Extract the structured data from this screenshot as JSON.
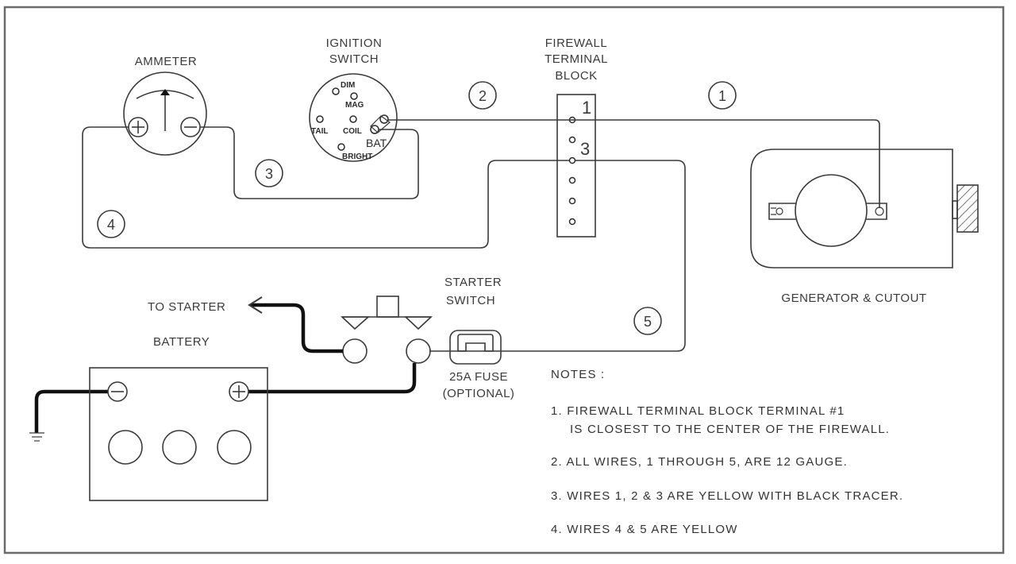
{
  "components": {
    "ammeter": {
      "label": "AMMETER",
      "plus": "+",
      "minus": "−"
    },
    "ignition_switch": {
      "label_line1": "IGNITION",
      "label_line2": "SWITCH",
      "terminals": [
        "DIM",
        "MAG",
        "TAIL",
        "COIL",
        "BAT",
        "BRIGHT"
      ]
    },
    "firewall_terminal_block": {
      "label_line1": "FIREWALL",
      "label_line2": "TERMINAL",
      "label_line3": "BLOCK",
      "terminal_labels": [
        "1",
        "3"
      ],
      "terminal_count": 6
    },
    "generator": {
      "label": "GENERATOR & CUTOUT"
    },
    "starter_switch": {
      "label_line1": "STARTER",
      "label_line2": "SWITCH"
    },
    "to_starter": {
      "label": "TO STARTER"
    },
    "battery": {
      "label": "BATTERY",
      "neg": "−",
      "pos": "+"
    },
    "fuse": {
      "label_line1": "25A FUSE",
      "label_line2": "(OPTIONAL)"
    }
  },
  "wires": [
    {
      "id": "1",
      "label": "1"
    },
    {
      "id": "2",
      "label": "2"
    },
    {
      "id": "3",
      "label": "3"
    },
    {
      "id": "4",
      "label": "4"
    },
    {
      "id": "5",
      "label": "5"
    }
  ],
  "notes": {
    "heading": "NOTES :",
    "items": [
      {
        "line1": "1. FIREWALL TERMINAL BLOCK TERMINAL #1",
        "line2": "IS CLOSEST TO THE CENTER OF THE FIREWALL."
      },
      {
        "line1": "2. ALL WIRES, 1 THROUGH 5, ARE 12 GAUGE."
      },
      {
        "line1": "3. WIRES 1, 2 & 3 ARE YELLOW WITH BLACK TRACER."
      },
      {
        "line1": "4. WIRES 4 & 5 ARE YELLOW"
      }
    ]
  }
}
